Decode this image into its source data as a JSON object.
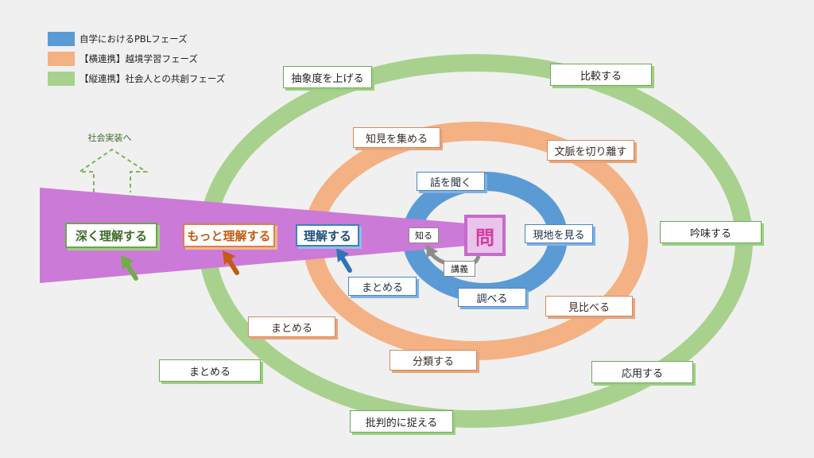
{
  "legend": [
    {
      "color": "#5b9bd5",
      "text": "自学におけるPBLフェーズ"
    },
    {
      "color": "#f4b183",
      "text": "【横連携】越境学習フェーズ"
    },
    {
      "color": "#a9d18e",
      "text": "【縦連携】社会人との共創フェーズ"
    }
  ],
  "colors": {
    "outer_ring": "#a9d18e",
    "middle_ring": "#f4b183",
    "inner_ring": "#5b9bd5",
    "wedge": "#cc7ad8",
    "green_arrow": "#70ad47",
    "orange_arrow": "#c55a11",
    "blue_arrow": "#2e75b6",
    "grey_arrow": "#8c8c8c"
  },
  "outer": {
    "abstract": "抽象度を上げる",
    "compare": "比較する",
    "examine": "吟味する",
    "apply": "応用する",
    "critical": "批判的に捉える",
    "summarize": "まとめる"
  },
  "middle": {
    "collect": "知見を集める",
    "detach": "文脈を切り離す",
    "contrast": "見比べる",
    "classify": "分類する",
    "summarize": "まとめる"
  },
  "inner": {
    "listen": "話を聞く",
    "observe": "現地を見る",
    "research": "調べる",
    "summarize": "まとめる"
  },
  "core": {
    "question": "問",
    "know": "知る",
    "lecture": "講義"
  },
  "outcomes": {
    "deep": "深く理解する",
    "more": "もっと理解する",
    "understand": "理解する"
  },
  "society": "社会実装へ"
}
